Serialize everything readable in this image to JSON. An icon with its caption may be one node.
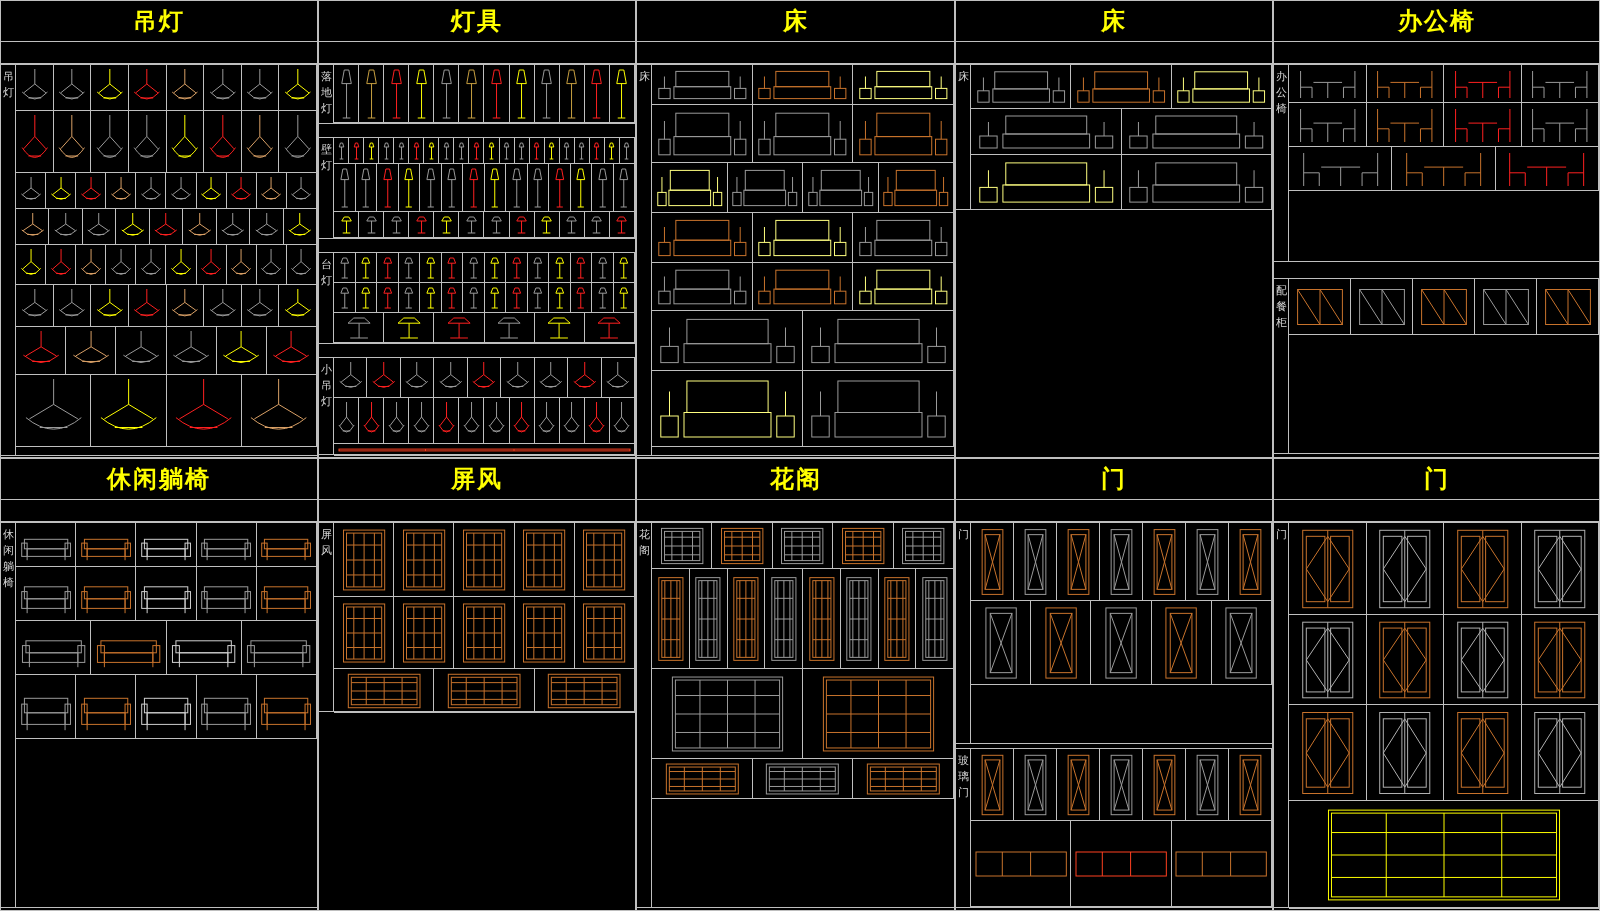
{
  "diagram": {
    "nodes": [
      {
        "text": [
          "吊灯"
        ]
      },
      {
        "text": [
          "吊灯"
        ],
        "in": 0
      },
      {
        "text": [
          "灯具"
        ]
      },
      {
        "text": [
          "落地灯"
        ],
        "in": 2
      },
      {
        "text": [
          "壁灯"
        ],
        "in": 2
      },
      {
        "text": [
          "台灯"
        ],
        "in": 2
      },
      {
        "text": [
          "小吊灯"
        ],
        "in": 2
      },
      {
        "text": [
          "床"
        ]
      },
      {
        "text": [
          "床"
        ],
        "in": 7
      },
      {
        "text": [
          "床"
        ]
      },
      {
        "text": [
          "床"
        ],
        "in": 9
      },
      {
        "text": [
          "办公椅"
        ]
      },
      {
        "text": [
          "办公椅"
        ],
        "in": 11
      },
      {
        "text": [
          "配餐柜"
        ],
        "in": 11
      },
      {
        "text": [
          "休闲躺椅"
        ]
      },
      {
        "text": [
          "休闲躺椅"
        ],
        "in": 14
      },
      {
        "text": [
          "屏风"
        ]
      },
      {
        "text": [
          "屏风"
        ],
        "in": 16
      },
      {
        "text": [
          "花阁"
        ]
      },
      {
        "text": [
          "花阁"
        ],
        "in": 18
      },
      {
        "text": [
          "门"
        ]
      },
      {
        "text": [
          "门"
        ],
        "in": 20
      },
      {
        "text": [
          "玻璃门"
        ],
        "in": 20
      },
      {
        "text": [
          "门"
        ]
      },
      {
        "text": [
          "门"
        ],
        "in": 23
      }
    ],
    "edges": []
  }
}
